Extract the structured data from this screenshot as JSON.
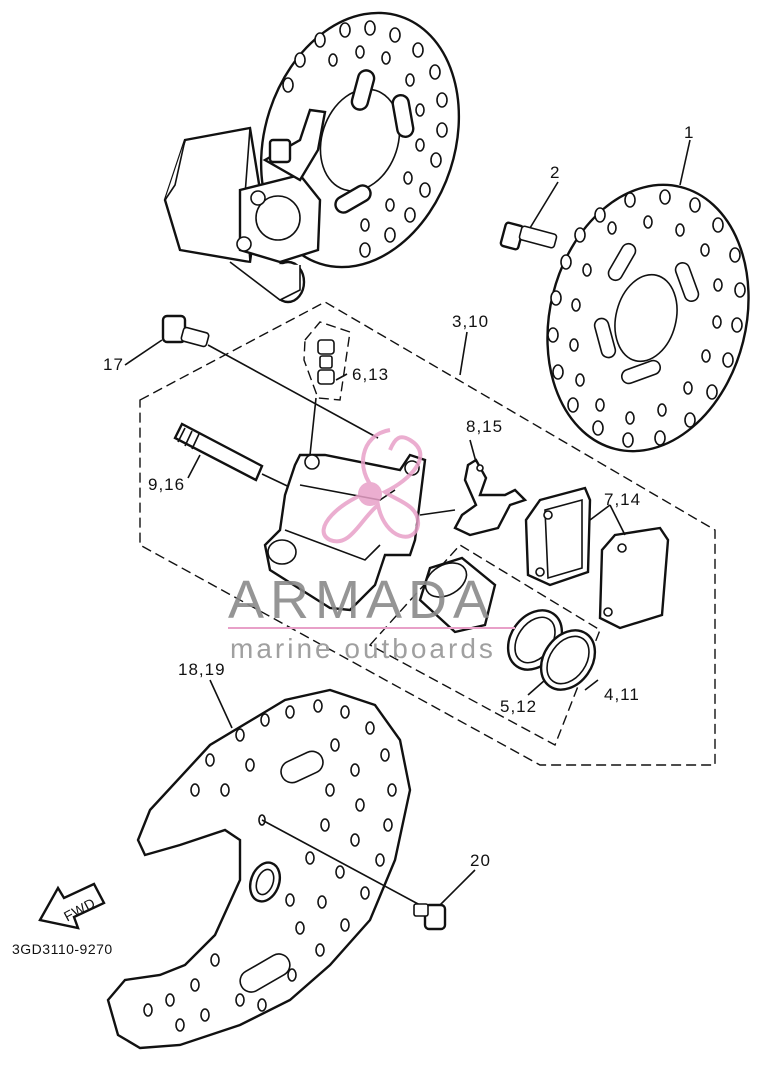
{
  "labels": {
    "disc": "1",
    "bolt": "2",
    "caliper_assy": "3,10",
    "seal_kit": "4,11",
    "piston_seal": "5,12",
    "bleed_screw": "6,13",
    "pad_kit": "7,14",
    "pad_support": "8,15",
    "pin": "9,16",
    "caliper_bolt": "17",
    "cover": "18,19",
    "screw": "20"
  },
  "fwd_text": "FWD",
  "diagram_code": "3GD3110-9270",
  "watermark": {
    "brand": "ARMADA",
    "tagline": "marine outboards",
    "accent_color": "#e8a0c8",
    "text_color": "#8a8a8a"
  }
}
